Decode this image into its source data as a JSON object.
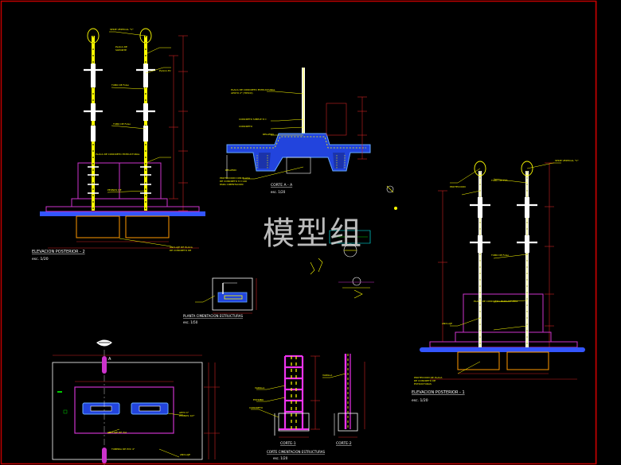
{
  "watermark": "模型组",
  "colors": {
    "background": "#000000",
    "frame": "#c00000",
    "pole": "#ffff00",
    "pole_white": "#ffffff",
    "concrete": "#cc33cc",
    "base_blue": "#3355ff",
    "footing": "#ff9900",
    "leader": "#ffff00",
    "dim": "#cc2222",
    "green": "#00cc00",
    "cyan": "#00ffff"
  },
  "views": {
    "elev2": {
      "title": "ELEVACION POSTERIOR - 2",
      "scale": "esc. 1/20"
    },
    "corte_aa": {
      "title": "CORTE A - A",
      "scale": "esc. 1/20"
    },
    "planta_cim": {
      "title": "PLANTA CIMENTACION ESTRUCTURAS",
      "scale": "esc. 1/50"
    },
    "corte_cim": {
      "title": "CORTE CIMENTACION ESTRUCTURAS",
      "scale": "esc. 1/20"
    },
    "corte1": {
      "title": "CORTE-1"
    },
    "corte2": {
      "title": "CORTE-2"
    },
    "elev1": {
      "title": "ELEVACION POSTERIOR - 1",
      "scale": "esc. 1/20"
    },
    "plan_marker": {
      "label": "A"
    }
  }
}
